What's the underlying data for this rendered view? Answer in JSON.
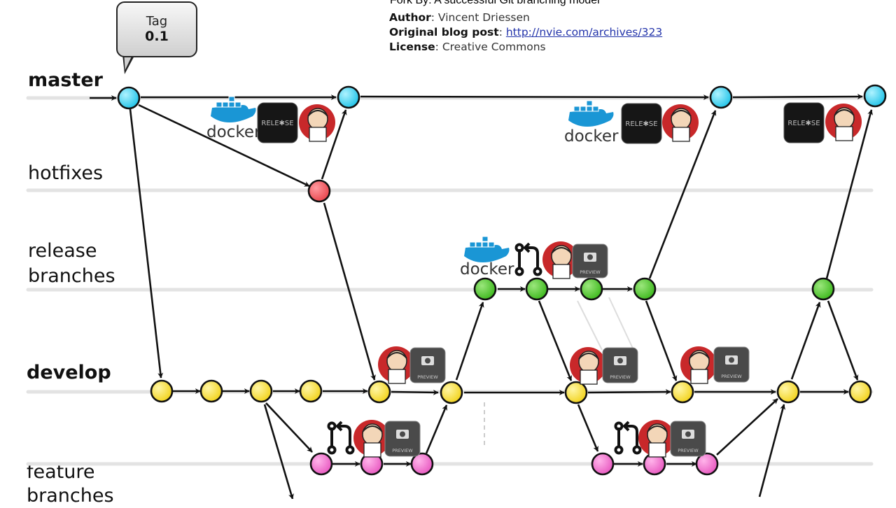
{
  "header": {
    "fork_line": "Fork By: A successful Git branching model",
    "author_label": "Author",
    "author_value": ": Vincent Driessen",
    "blog_label": "Original blog post",
    "blog_sep": ": ",
    "blog_url": "http://nvie.com/archives/323",
    "license_label": "License",
    "license_value": ": Creative Commons"
  },
  "tag_callout": {
    "line1": "Tag",
    "line2": "0.1"
  },
  "lanes": {
    "master": "master",
    "hotfixes": "hotfixes",
    "release_line1": "release",
    "release_line2": "branches",
    "develop": "develop",
    "feature_line1": "feature",
    "feature_line2": "branches"
  },
  "badges": {
    "docker": "docker",
    "release": "RELE✱SE",
    "preview": "PREVIEW"
  },
  "colors": {
    "master": "#1fc3e8",
    "hotfix": "#e8444b",
    "release": "#3cb81c",
    "develop": "#f2d21a",
    "feature": "#e858c0",
    "docker": "#1a96d5",
    "jenkins_red": "#c8282a"
  },
  "icons": [
    "docker-logo",
    "release-icon",
    "jenkins-icon",
    "preview-icon",
    "pull-request-icon"
  ]
}
